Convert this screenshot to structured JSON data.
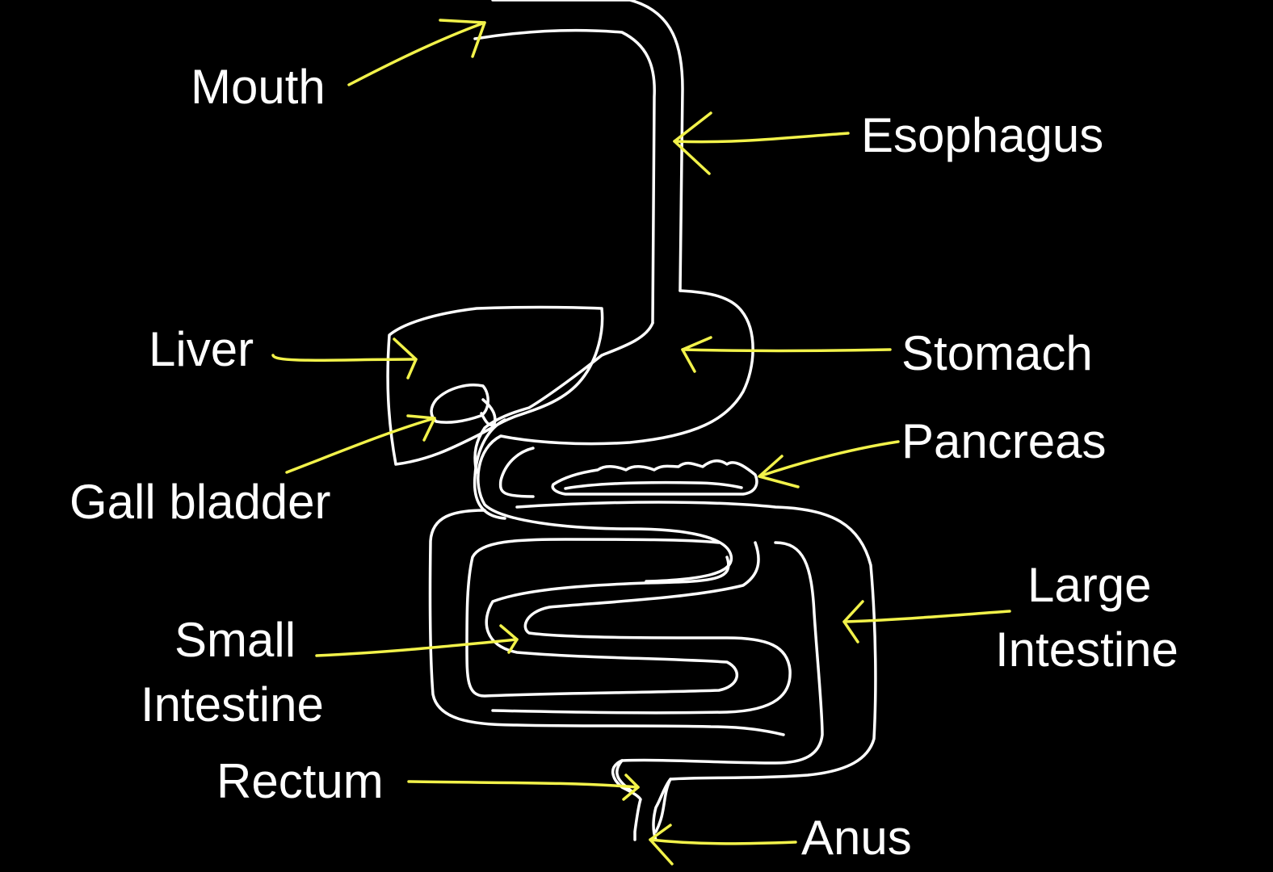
{
  "colors": {
    "background": "#000000",
    "outline": "#ffffff",
    "arrow": "#f2f24a",
    "text": "#ffffff"
  },
  "labels": {
    "mouth": "Mouth",
    "esophagus": "Esophagus",
    "liver": "Liver",
    "stomach": "Stomach",
    "pancreas": "Pancreas",
    "gall_bladder": "Gall bladder",
    "large_intestine_line1": "Large",
    "large_intestine_line2": "Intestine",
    "small_intestine_line1": "Small",
    "small_intestine_line2": "Intestine",
    "rectum": "Rectum",
    "anus": "Anus"
  }
}
